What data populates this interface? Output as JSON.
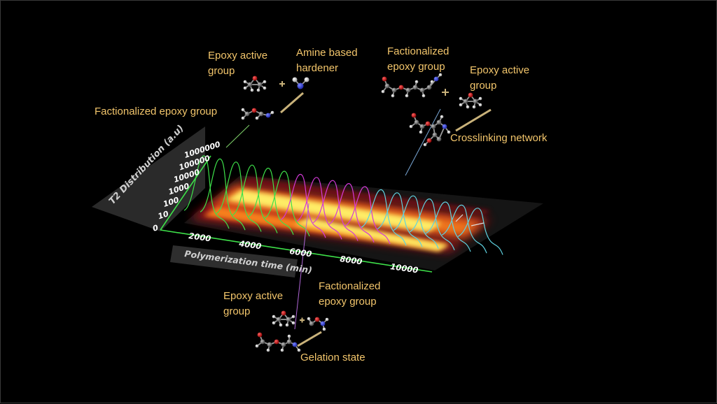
{
  "labels": {
    "top_left_epoxy": "Epoxy active\ngroup",
    "top_amine": "Amine based\nhardener",
    "top_left_func": "Factionalized epoxy group",
    "top_right_func": "Factionalized\nepoxy group",
    "top_right_epoxy": "Epoxy active\ngroup",
    "crosslinking": "Crosslinking network",
    "bottom_epoxy": "Epoxy active\ngroup",
    "bottom_func": "Factionalized\nepoxy group",
    "gelation": "Gelation state"
  },
  "plot": {
    "y_title": "T2 Distribution (a.u)",
    "x_title": "Polymerization time (min)",
    "y_ticks": [
      "0",
      "10",
      "100",
      "1000",
      "10000",
      "100000",
      "1000000"
    ],
    "x_ticks": [
      "2000",
      "4000",
      "6000",
      "8000",
      "10000"
    ]
  },
  "colors": {
    "text": "#f2c56b",
    "green_curves": "#3ee14a",
    "magenta_curves": "#d43ad8",
    "cyan_curves": "#5fd2e0",
    "heat_core": "#fff36a",
    "heat_mid": "#ff8a1e",
    "heat_edge": "#b3121a"
  }
}
